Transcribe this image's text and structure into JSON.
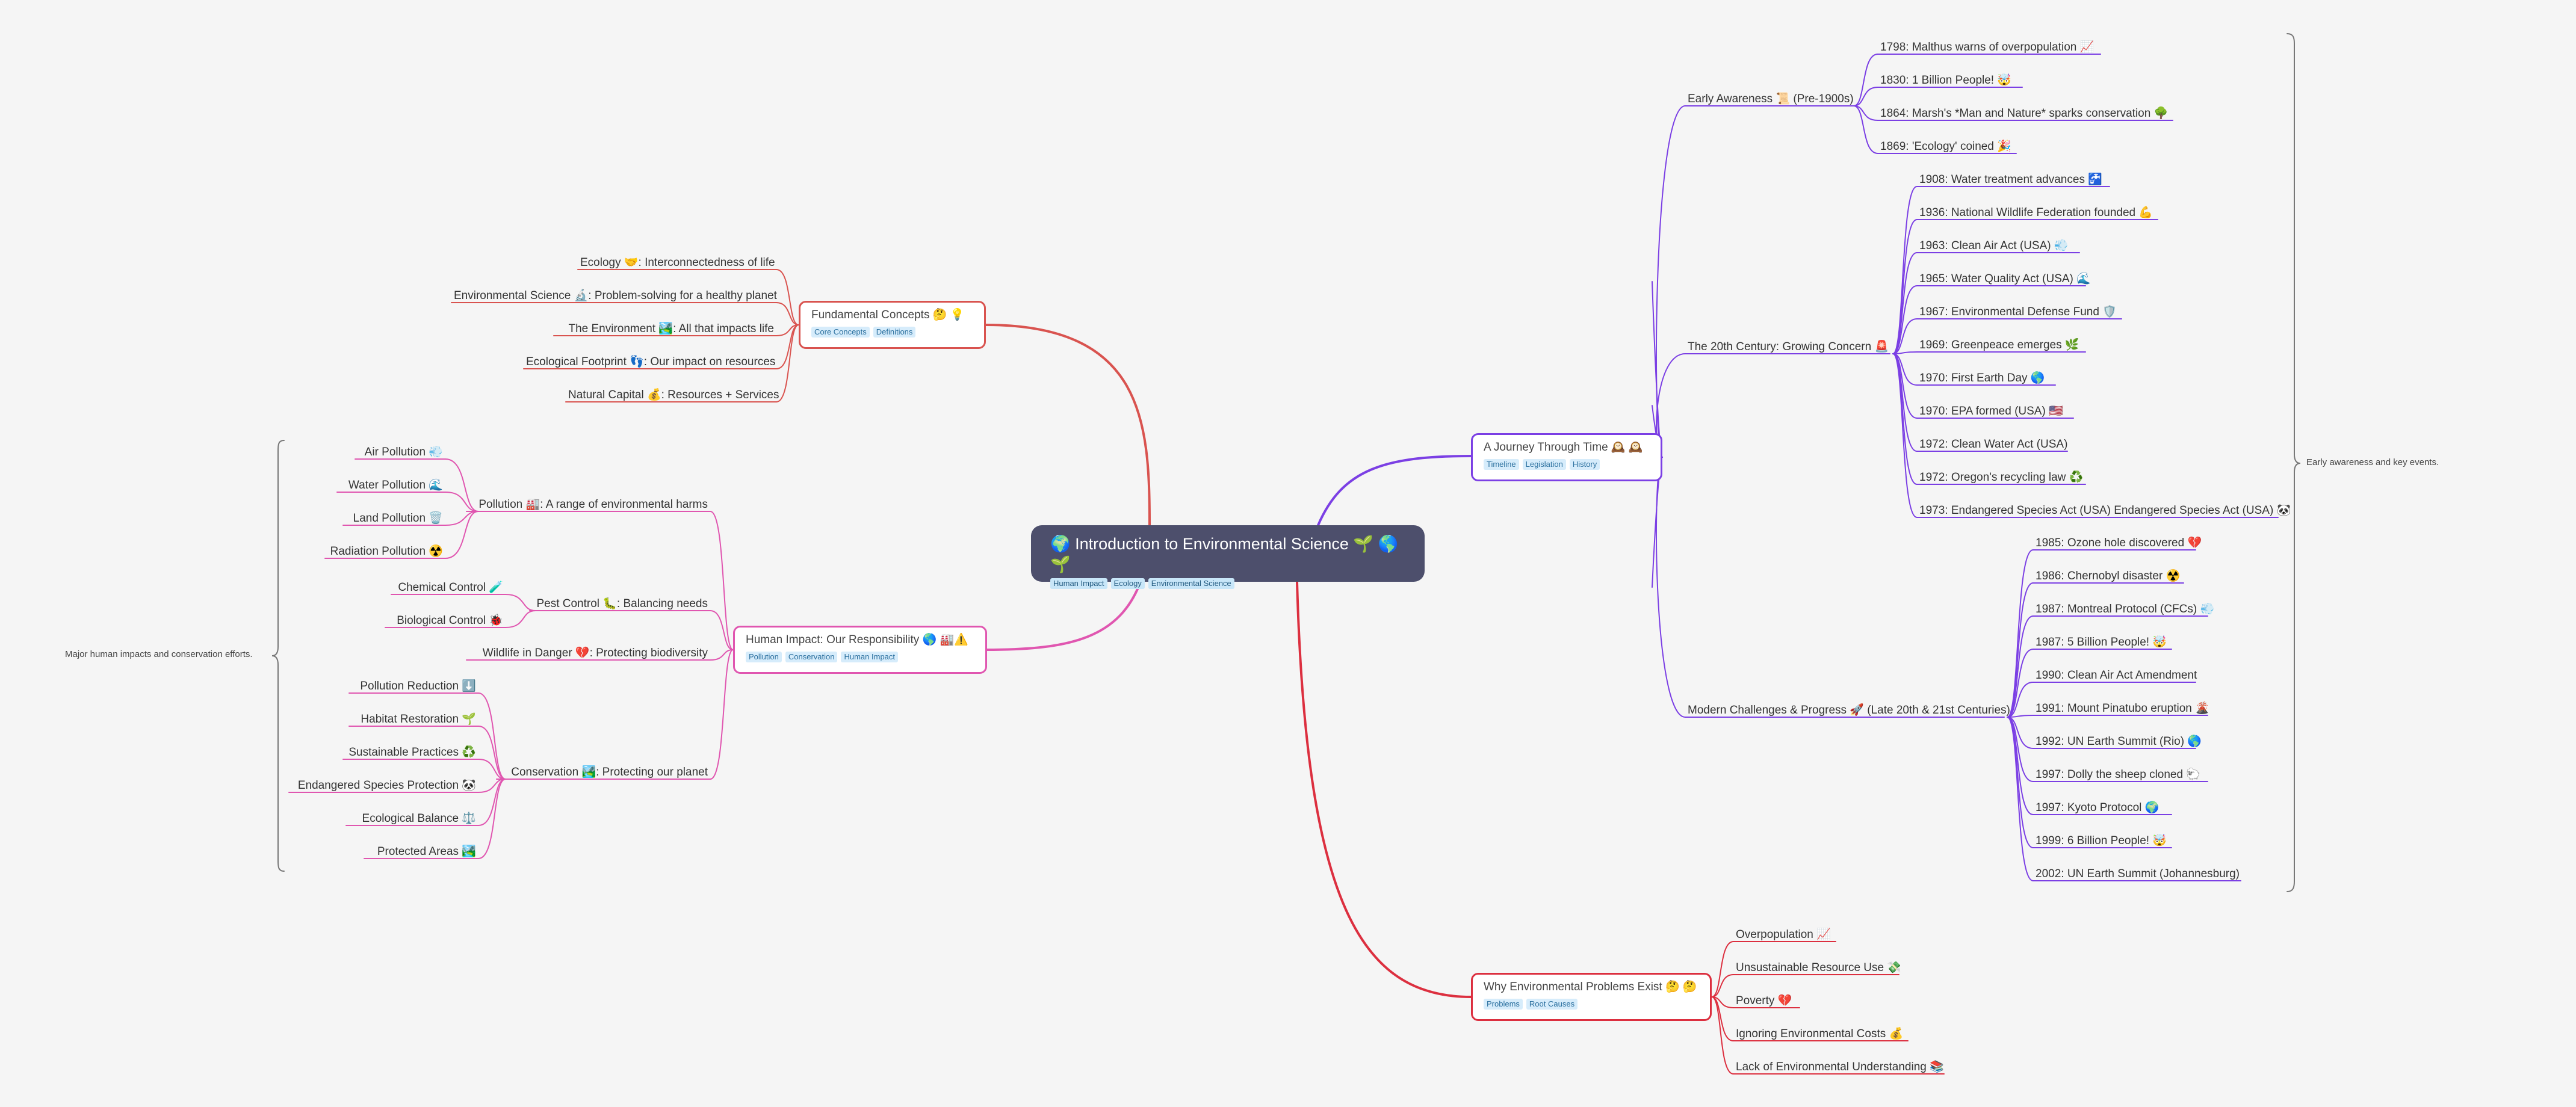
{
  "colors": {
    "background": "#f5f5f5",
    "root": "#4d4f6c",
    "fundamental": "#d9534f",
    "human_impact": "#e056b0",
    "timeline": "#7b3fe4",
    "problems": "#dc2f3f",
    "tag_bg": "#d6ecfb"
  },
  "root": {
    "title": "🌍 Introduction to Environmental Science 🌱 🌎 🌱",
    "tags": [
      "Human Impact",
      "Ecology",
      "Environmental Science"
    ]
  },
  "fundamental": {
    "title": "Fundamental Concepts 🤔 💡",
    "tags": [
      "Core Concepts",
      "Definitions"
    ],
    "children": [
      "Ecology 🤝: Interconnectedness of life",
      "Environmental Science 🔬: Problem-solving for a healthy planet",
      "The Environment 🏞️:  All that impacts life",
      "Ecological Footprint 👣: Our impact on resources",
      "Natural Capital 💰: Resources + Services"
    ]
  },
  "human_impact": {
    "title": "Human Impact: Our Responsibility 🌎 🏭⚠️",
    "tags": [
      "Pollution",
      "Conservation",
      "Human Impact"
    ],
    "summary_note": "Major human impacts and conservation efforts.",
    "groups": [
      {
        "label": "Pollution 🏭: A range of environmental harms",
        "children": [
          "Air Pollution 💨",
          "Water Pollution 🌊",
          "Land Pollution 🗑️",
          "Radiation Pollution ☢️"
        ]
      },
      {
        "label": "Pest Control 🐛: Balancing needs",
        "children": [
          "Chemical Control 🧪",
          "Biological Control 🐞"
        ]
      },
      {
        "label": "Wildlife in Danger 💔: Protecting biodiversity",
        "children": []
      },
      {
        "label": "Conservation 🏞️: Protecting our planet",
        "children": [
          "Pollution Reduction ⬇️",
          "Habitat Restoration 🌱",
          "Sustainable Practices ♻️",
          "Endangered Species Protection 🐼",
          "Ecological Balance ⚖️",
          "Protected Areas 🏞️"
        ]
      }
    ]
  },
  "timeline": {
    "title": "A Journey Through Time 🕰️ 🕰️",
    "tags": [
      "Timeline",
      "Legislation",
      "History"
    ],
    "summary_note": "Early awareness and key events.",
    "groups": [
      {
        "label": "Early Awareness 📜 (Pre-1900s)",
        "children": [
          "1798: Malthus warns of overpopulation 📈",
          "1830: 1 Billion People! 🤯",
          "1864: Marsh's *Man and Nature* sparks conservation 🌳",
          "1869: 'Ecology' coined 🎉"
        ]
      },
      {
        "label": "The 20th Century: Growing Concern 🚨",
        "children": [
          "1908: Water treatment advances 🚰",
          "1936: National Wildlife Federation founded 💪",
          "1963: Clean Air Act (USA) 💨",
          "1965: Water Quality Act (USA) 🌊",
          "1967: Environmental Defense Fund 🛡️",
          "1969: Greenpeace emerges 🌿",
          "1970: First Earth Day 🌎",
          "1970: EPA formed (USA) 🇺🇸",
          "1972: Clean Water Act (USA)",
          "1972: Oregon's recycling law ♻️",
          "1973: Endangered Species Act (USA)  Endangered Species Act (USA) 🐼"
        ]
      },
      {
        "label": "Modern Challenges & Progress 🚀 (Late 20th & 21st Centuries)",
        "children": [
          "1985: Ozone hole discovered 💔",
          "1986: Chernobyl disaster ☢️",
          "1987: Montreal Protocol (CFCs) 💨",
          "1987: 5 Billion People! 🤯",
          "1990: Clean Air Act Amendment",
          "1991: Mount Pinatubo eruption 🌋",
          "1992: UN Earth Summit (Rio) 🌎",
          "1997: Dolly the sheep cloned 🐑",
          "1997: Kyoto Protocol 🌍",
          "1999: 6 Billion People! 🤯",
          "2002: UN Earth Summit (Johannesburg)"
        ]
      }
    ]
  },
  "problems": {
    "title": "Why Environmental Problems Exist 🤔 🤔",
    "tags": [
      "Problems",
      "Root Causes"
    ],
    "children": [
      "Overpopulation 📈",
      "Unsustainable Resource Use 💸",
      "Poverty 💔",
      "Ignoring Environmental Costs 💰",
      "Lack of Environmental Understanding 📚"
    ]
  }
}
